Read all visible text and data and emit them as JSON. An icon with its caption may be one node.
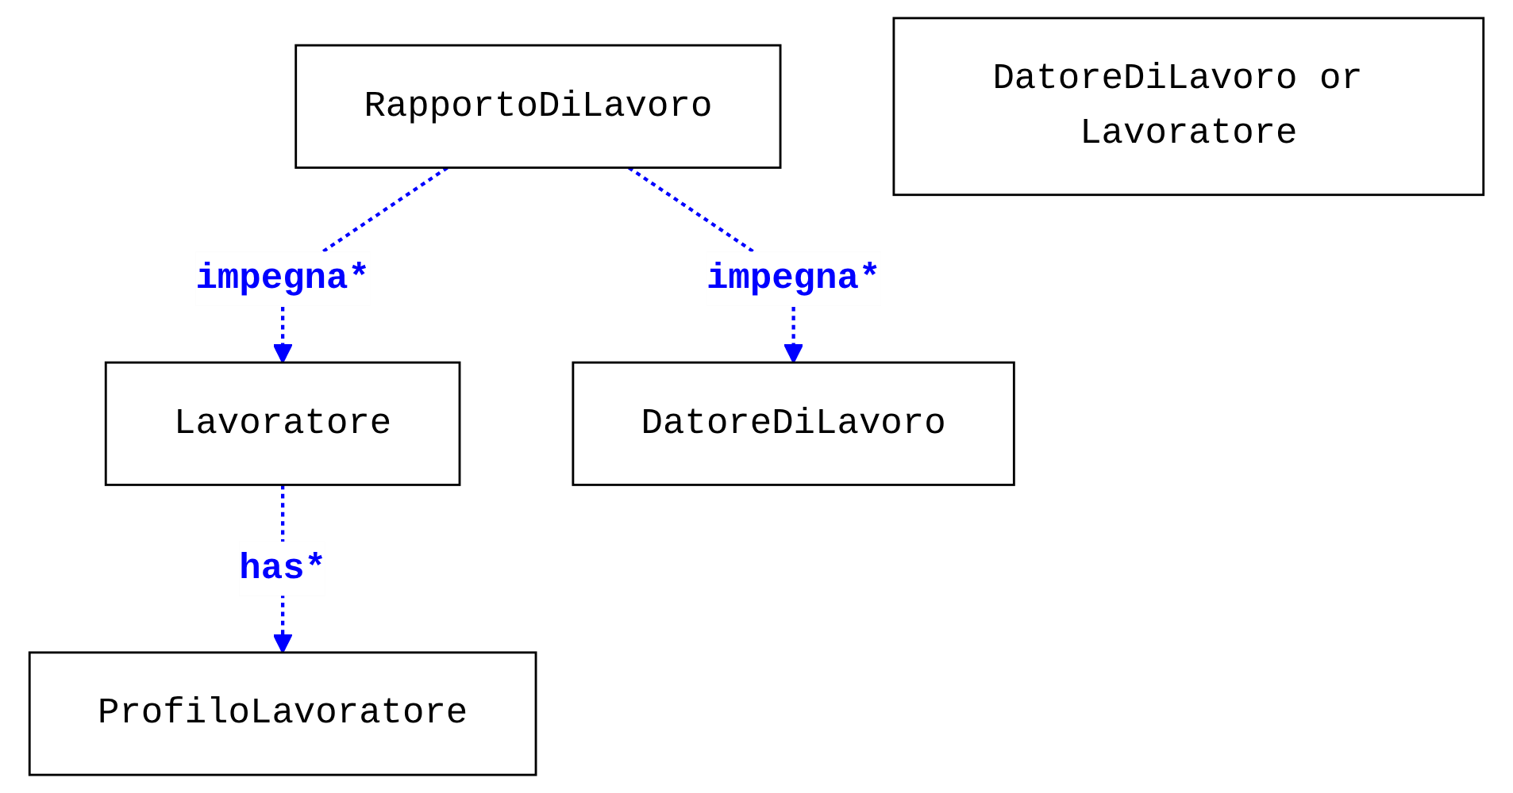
{
  "diagram": {
    "nodes": [
      {
        "text": [
          "RapportoDiLavoro"
        ]
      },
      {
        "text": [
          "DatoreDiLavoro or Lavoratore"
        ]
      },
      {
        "text": [
          "Lavoratore"
        ]
      },
      {
        "text": [
          "DatoreDiLavoro"
        ]
      },
      {
        "text": [
          "ProfiloLavoratore"
        ]
      }
    ],
    "edges": [
      {
        "from": 0,
        "to": 2,
        "arrow": "to",
        "label": "impegna*",
        "style": "dashed"
      },
      {
        "from": 0,
        "to": 3,
        "arrow": "to",
        "label": "impegna*",
        "style": "dashed"
      },
      {
        "from": 2,
        "to": 4,
        "arrow": "to",
        "label": "has*",
        "style": "dashed"
      }
    ]
  }
}
